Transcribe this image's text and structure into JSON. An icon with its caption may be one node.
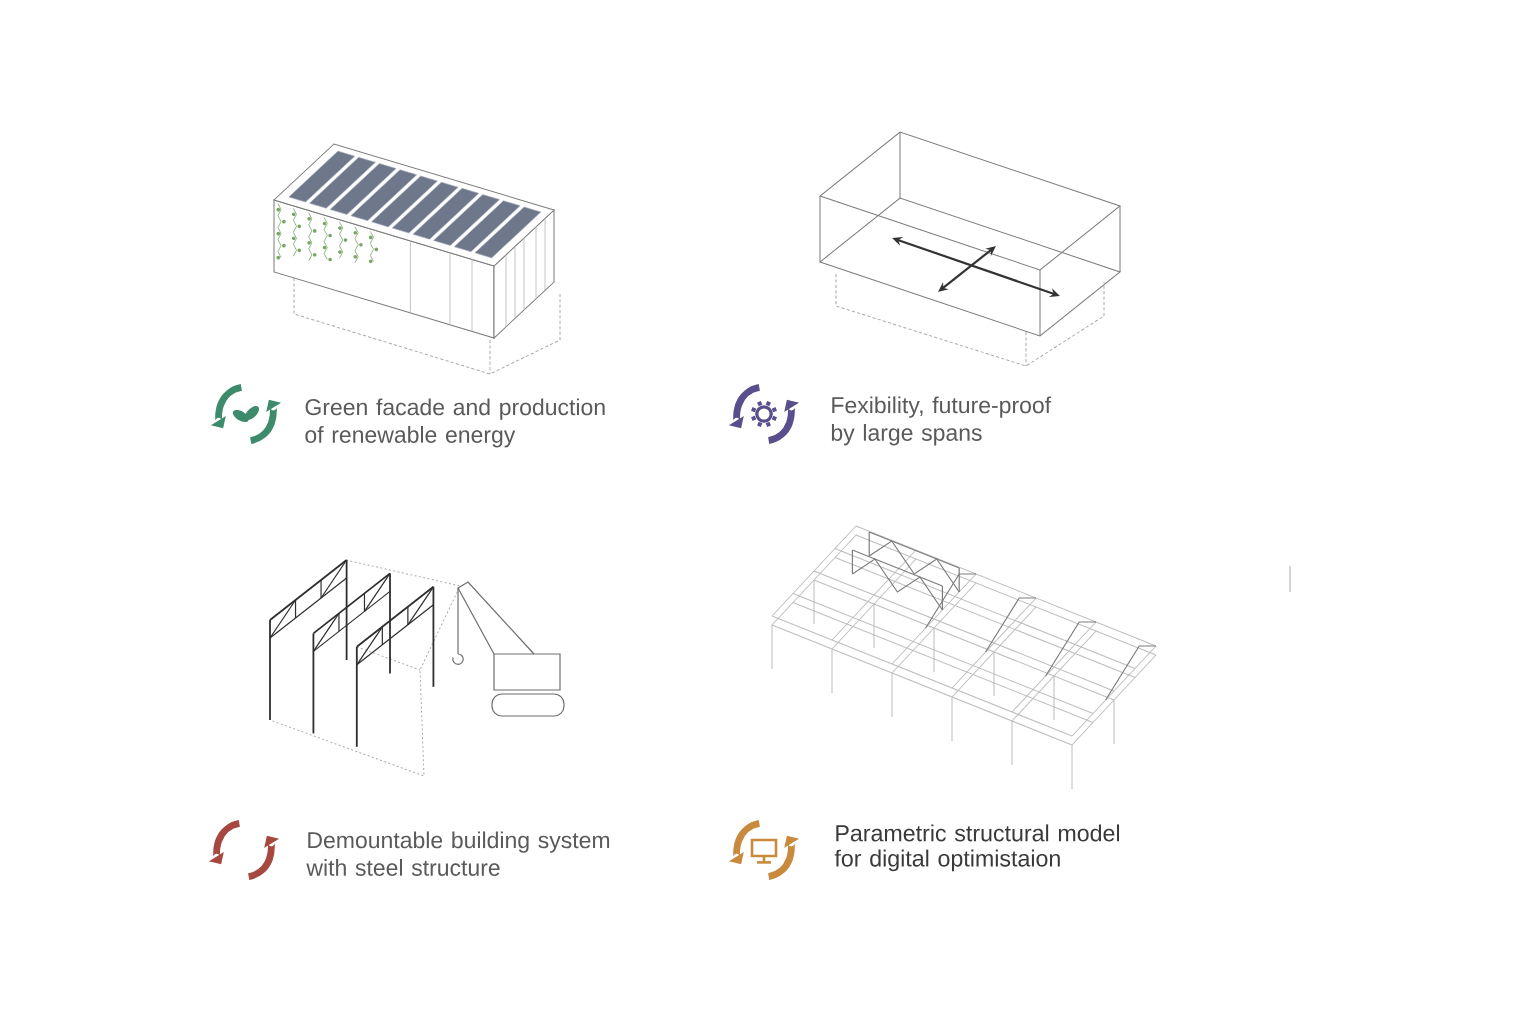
{
  "diagram": {
    "labels": [
      "Green facade and production of renewable energy",
      "Fexibility, future-proof by large spans",
      "Demountable building system with steel structure",
      "Parametric structural model for digital optimistaion"
    ]
  }
}
